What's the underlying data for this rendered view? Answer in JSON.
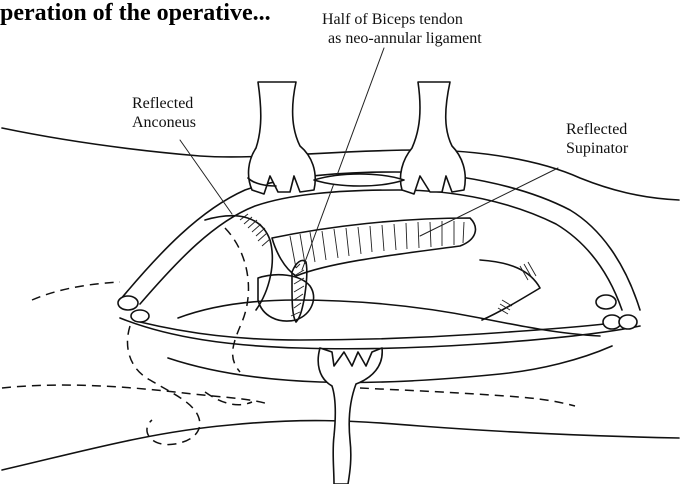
{
  "figure": {
    "title_fragment": "peration of the operative...",
    "labels": {
      "biceps_line1": "Half of Biceps tendon",
      "biceps_line2": "as neo-annular ligament",
      "anconeus_line1": "Reflected",
      "anconeus_line2": "Anconeus",
      "supinator_line1": "Reflected",
      "supinator_line2": "Supinator"
    },
    "colors": {
      "ink": "#111111",
      "paper": "#ffffff"
    }
  }
}
